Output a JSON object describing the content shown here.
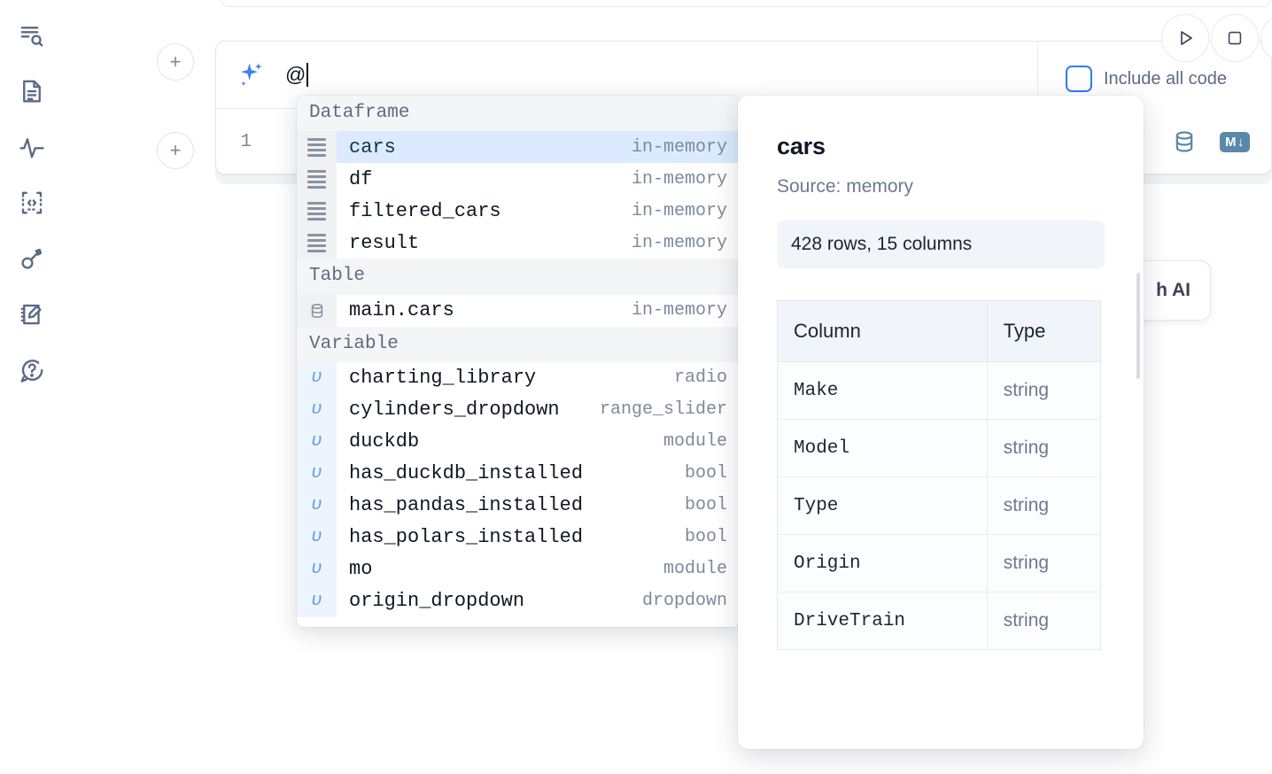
{
  "sidebar": {
    "items": [
      {
        "name": "search-outline-icon",
        "label": "Outline search"
      },
      {
        "name": "file-text-icon",
        "label": "Notebook file"
      },
      {
        "name": "activity-pulse-icon",
        "label": "Activity"
      },
      {
        "name": "code-brackets-icon",
        "label": "Snippets"
      },
      {
        "name": "key-icon",
        "label": "Secrets"
      },
      {
        "name": "scratchpad-edit-icon",
        "label": "Scratchpad"
      },
      {
        "name": "help-chat-icon",
        "label": "Help"
      }
    ]
  },
  "toolbar": {
    "add_cell_label": "+",
    "run_label": "Run",
    "stop_label": "Stop",
    "include_all_code_label": "Include all code",
    "include_all_code_checked": false,
    "accent_blue": "#2f7cf6",
    "tool_blue": "#5a88a8",
    "markdown_badge": "M",
    "markdown_badge_arrow": "↓"
  },
  "ai_prompt": {
    "icon": "sparkle-icon",
    "value": "@",
    "sparkle_color": "#3b82f6"
  },
  "code_cell": {
    "line_number": "1"
  },
  "generate_card": {
    "label": "h AI"
  },
  "autocomplete": {
    "groups": [
      {
        "label": "Dataframe",
        "items": [
          {
            "icon": "dataframe-stack-icon",
            "name": "cars",
            "meta": "in-memory",
            "selected": true
          },
          {
            "icon": "dataframe-stack-icon",
            "name": "df",
            "meta": "in-memory",
            "selected": false
          },
          {
            "icon": "dataframe-stack-icon",
            "name": "filtered_cars",
            "meta": "in-memory",
            "selected": false
          },
          {
            "icon": "dataframe-stack-icon",
            "name": "result",
            "meta": "in-memory",
            "selected": false
          }
        ]
      },
      {
        "label": "Table",
        "items": [
          {
            "icon": "database-icon",
            "name": "main.cars",
            "meta": "in-memory",
            "selected": false
          }
        ]
      },
      {
        "label": "Variable",
        "items": [
          {
            "icon": "variable-icon",
            "name": "charting_library",
            "meta": "radio",
            "selected": false
          },
          {
            "icon": "variable-icon",
            "name": "cylinders_dropdown",
            "meta": "range_slider",
            "selected": false
          },
          {
            "icon": "variable-icon",
            "name": "duckdb",
            "meta": "module",
            "selected": false
          },
          {
            "icon": "variable-icon",
            "name": "has_duckdb_installed",
            "meta": "bool",
            "selected": false
          },
          {
            "icon": "variable-icon",
            "name": "has_pandas_installed",
            "meta": "bool",
            "selected": false
          },
          {
            "icon": "variable-icon",
            "name": "has_polars_installed",
            "meta": "bool",
            "selected": false
          },
          {
            "icon": "variable-icon",
            "name": "mo",
            "meta": "module",
            "selected": false
          },
          {
            "icon": "variable-icon",
            "name": "origin_dropdown",
            "meta": "dropdown",
            "selected": false
          }
        ]
      }
    ]
  },
  "detail_panel": {
    "title": "cars",
    "source": "Source: memory",
    "shape": "428 rows, 15 columns",
    "table": {
      "headers": [
        "Column",
        "Type"
      ],
      "rows": [
        [
          "Make",
          "string"
        ],
        [
          "Model",
          "string"
        ],
        [
          "Type",
          "string"
        ],
        [
          "Origin",
          "string"
        ],
        [
          "DriveTrain",
          "string"
        ]
      ]
    }
  }
}
